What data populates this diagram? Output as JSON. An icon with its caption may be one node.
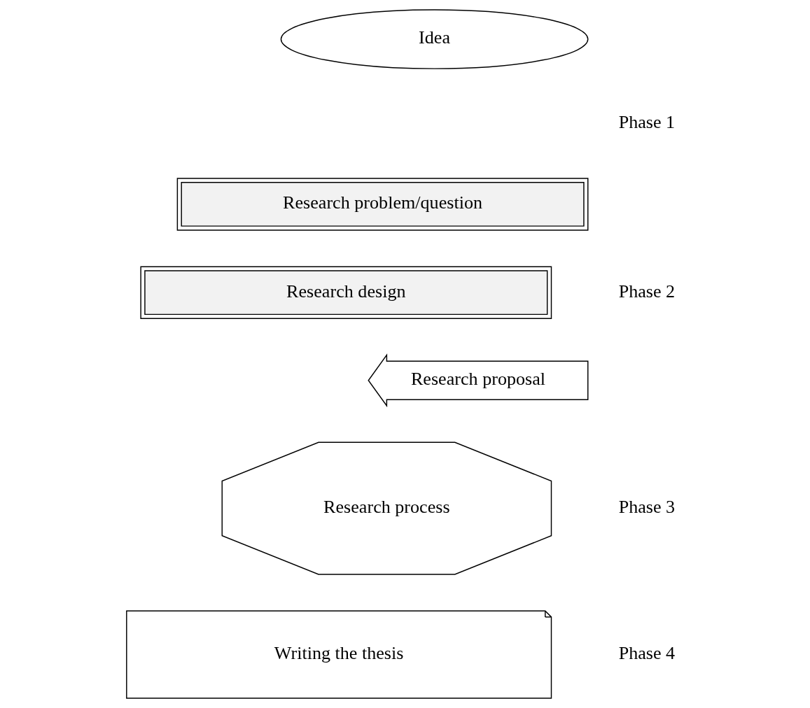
{
  "diagram": {
    "nodes": [
      {
        "text": [
          "Idea"
        ]
      },
      {
        "text": [
          "Research problem/question"
        ]
      },
      {
        "text": [
          "Research design"
        ]
      },
      {
        "text": [
          "Research proposal"
        ]
      },
      {
        "text": [
          "Research process"
        ]
      },
      {
        "text": [
          "Writing the thesis"
        ]
      }
    ],
    "edges": [],
    "labels": [
      "Phase 1",
      "Phase 2",
      "Phase 3",
      "Phase 4"
    ]
  }
}
